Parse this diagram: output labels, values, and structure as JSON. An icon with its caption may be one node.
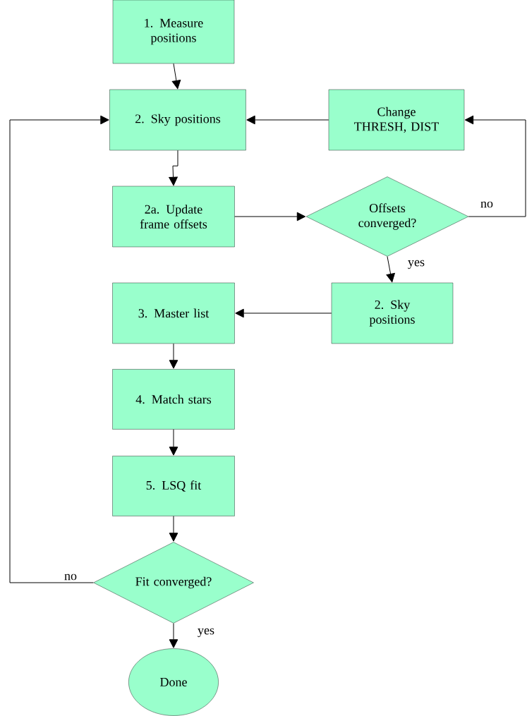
{
  "diagram": {
    "nodes": [
      {
        "text": [
          "1. Measure positions"
        ]
      },
      {
        "text": [
          "2. Sky positions"
        ]
      },
      {
        "text": [
          "Change THRESH, DIST"
        ]
      },
      {
        "text": [
          "2a. Update frame offsets"
        ]
      },
      {
        "text": [
          "Offsets converged?"
        ]
      },
      {
        "text": [
          "2. Sky positions"
        ]
      },
      {
        "text": [
          "3. Master list"
        ]
      },
      {
        "text": [
          "4. Match stars"
        ]
      },
      {
        "text": [
          "5. LSQ fit"
        ]
      },
      {
        "text": [
          "Fit converged?"
        ]
      },
      {
        "text": [
          "Done"
        ]
      }
    ],
    "edges": [
      {
        "from": 0,
        "to": 1,
        "arrow": "to"
      },
      {
        "from": 2,
        "to": 1,
        "arrow": "to"
      },
      {
        "from": 1,
        "to": 3,
        "arrow": "to"
      },
      {
        "from": 3,
        "to": 4,
        "arrow": "to"
      },
      {
        "from": 4,
        "to": 2,
        "arrow": "to",
        "label": "no"
      },
      {
        "from": 4,
        "to": 5,
        "arrow": "to",
        "label": "yes"
      },
      {
        "from": 5,
        "to": 6,
        "arrow": "to"
      },
      {
        "from": 6,
        "to": 7,
        "arrow": "to"
      },
      {
        "from": 7,
        "to": 8,
        "arrow": "to"
      },
      {
        "from": 8,
        "to": 9,
        "arrow": "to"
      },
      {
        "from": 9,
        "to": 1,
        "arrow": "to",
        "label": "no"
      },
      {
        "from": 9,
        "to": 10,
        "arrow": "to",
        "label": "yes"
      }
    ]
  }
}
